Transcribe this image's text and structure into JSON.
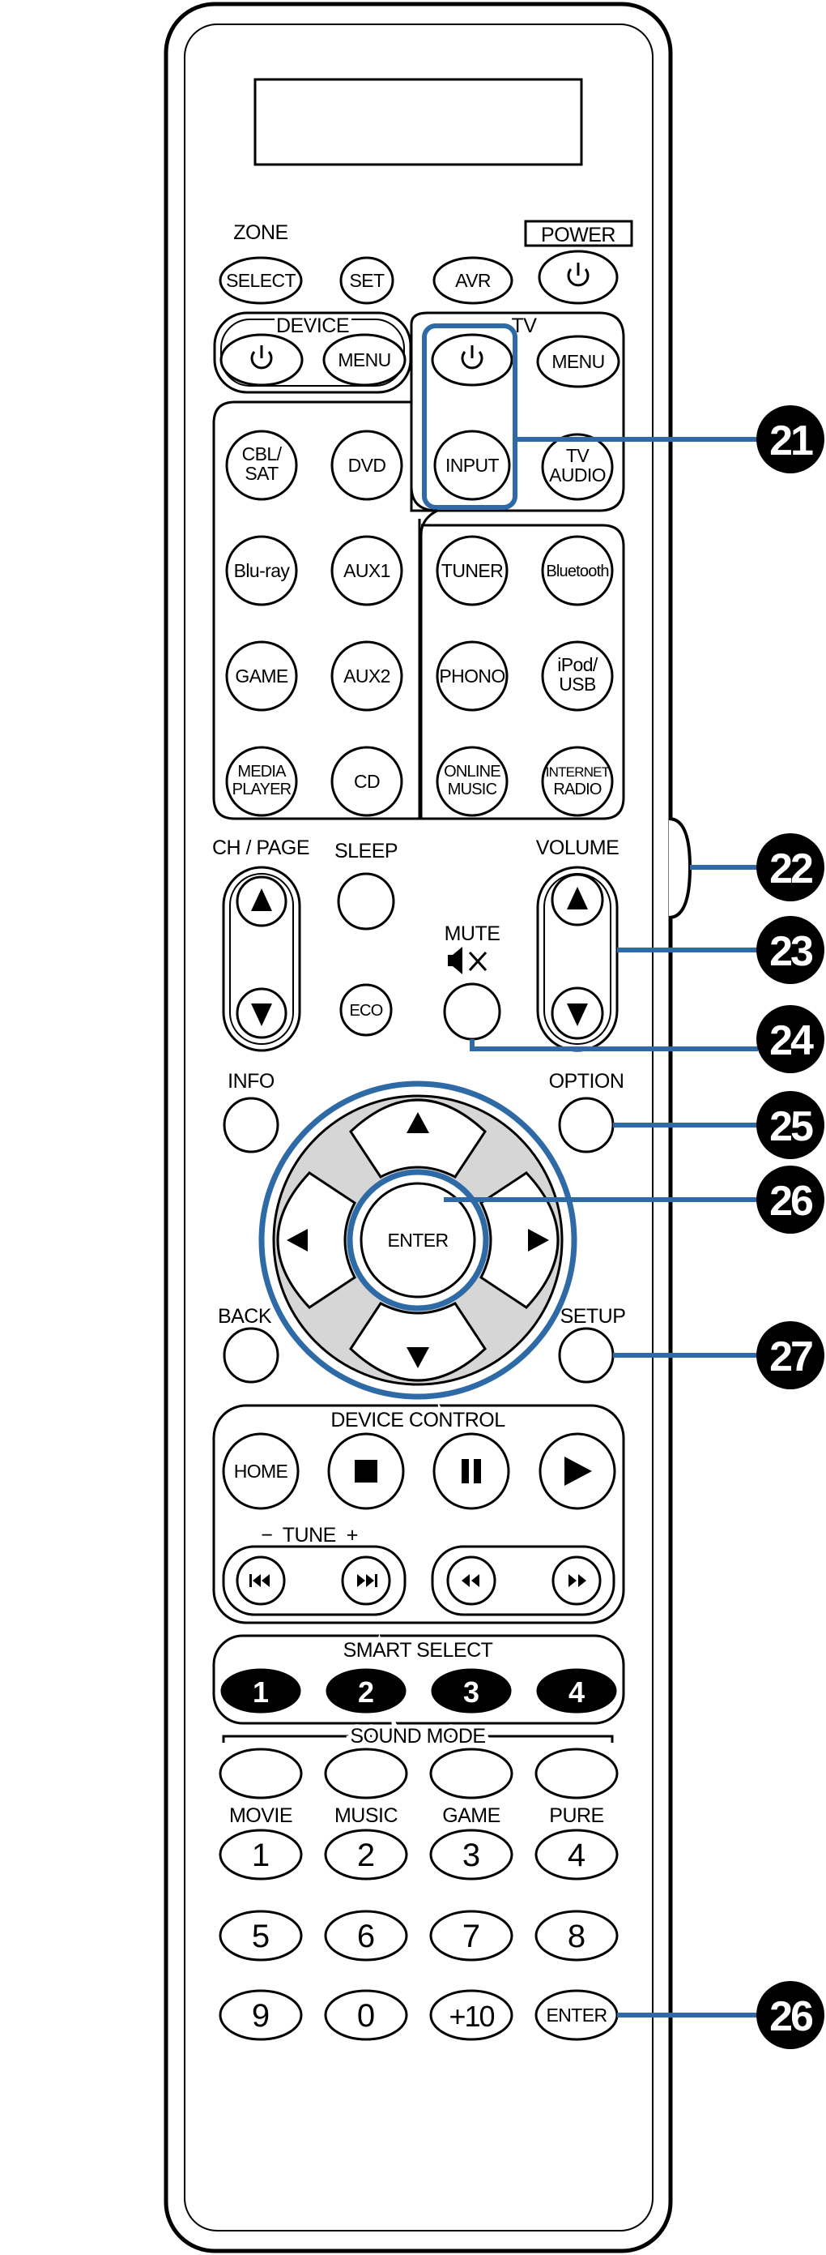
{
  "labels": {
    "zone": "ZONE",
    "power": "POWER",
    "device": "DEVICE",
    "tv": "TV",
    "ch_page": "CH / PAGE",
    "sleep": "SLEEP",
    "volume": "VOLUME",
    "mute": "MUTE",
    "info": "INFO",
    "option": "OPTION",
    "back": "BACK",
    "setup": "SETUP",
    "device_control": "DEVICE CONTROL",
    "tune": "−  TUNE  +",
    "smart_select": "SMART SELECT",
    "sound_mode": "SOUND MODE",
    "movie": "MOVIE",
    "music": "MUSIC",
    "game": "GAME",
    "pure": "PURE"
  },
  "buttons": {
    "select": "SELECT",
    "set": "SET",
    "avr": "AVR",
    "menu": "MENU",
    "input": "INPUT",
    "tv_audio_1": "TV",
    "tv_audio_2": "AUDIO",
    "cbl_1": "CBL/",
    "cbl_2": "SAT",
    "dvd": "DVD",
    "bluray": "Blu-ray",
    "aux1": "AUX1",
    "tuner": "TUNER",
    "bluetooth": "Bluetooth",
    "game": "GAME",
    "aux2": "AUX2",
    "phono": "PHONO",
    "ipod_1": "iPod/",
    "ipod_2": "USB",
    "media_1": "MEDIA",
    "media_2": "PLAYER",
    "cd": "CD",
    "online_1": "ONLINE",
    "online_2": "MUSIC",
    "internet_1": "INTERNET",
    "internet_2": "RADIO",
    "eco": "ECO",
    "enter": "ENTER",
    "home": "HOME",
    "smart": [
      "1",
      "2",
      "3",
      "4"
    ],
    "numbers": [
      "1",
      "2",
      "3",
      "4",
      "5",
      "6",
      "7",
      "8",
      "9",
      "0",
      "+10"
    ],
    "enter_small": "ENTER"
  },
  "callouts": [
    "21",
    "22",
    "23",
    "24",
    "25",
    "26",
    "27",
    "26"
  ],
  "colors": {
    "highlight": "#2e6aa6",
    "ring_fill": "#d6d6d6"
  }
}
